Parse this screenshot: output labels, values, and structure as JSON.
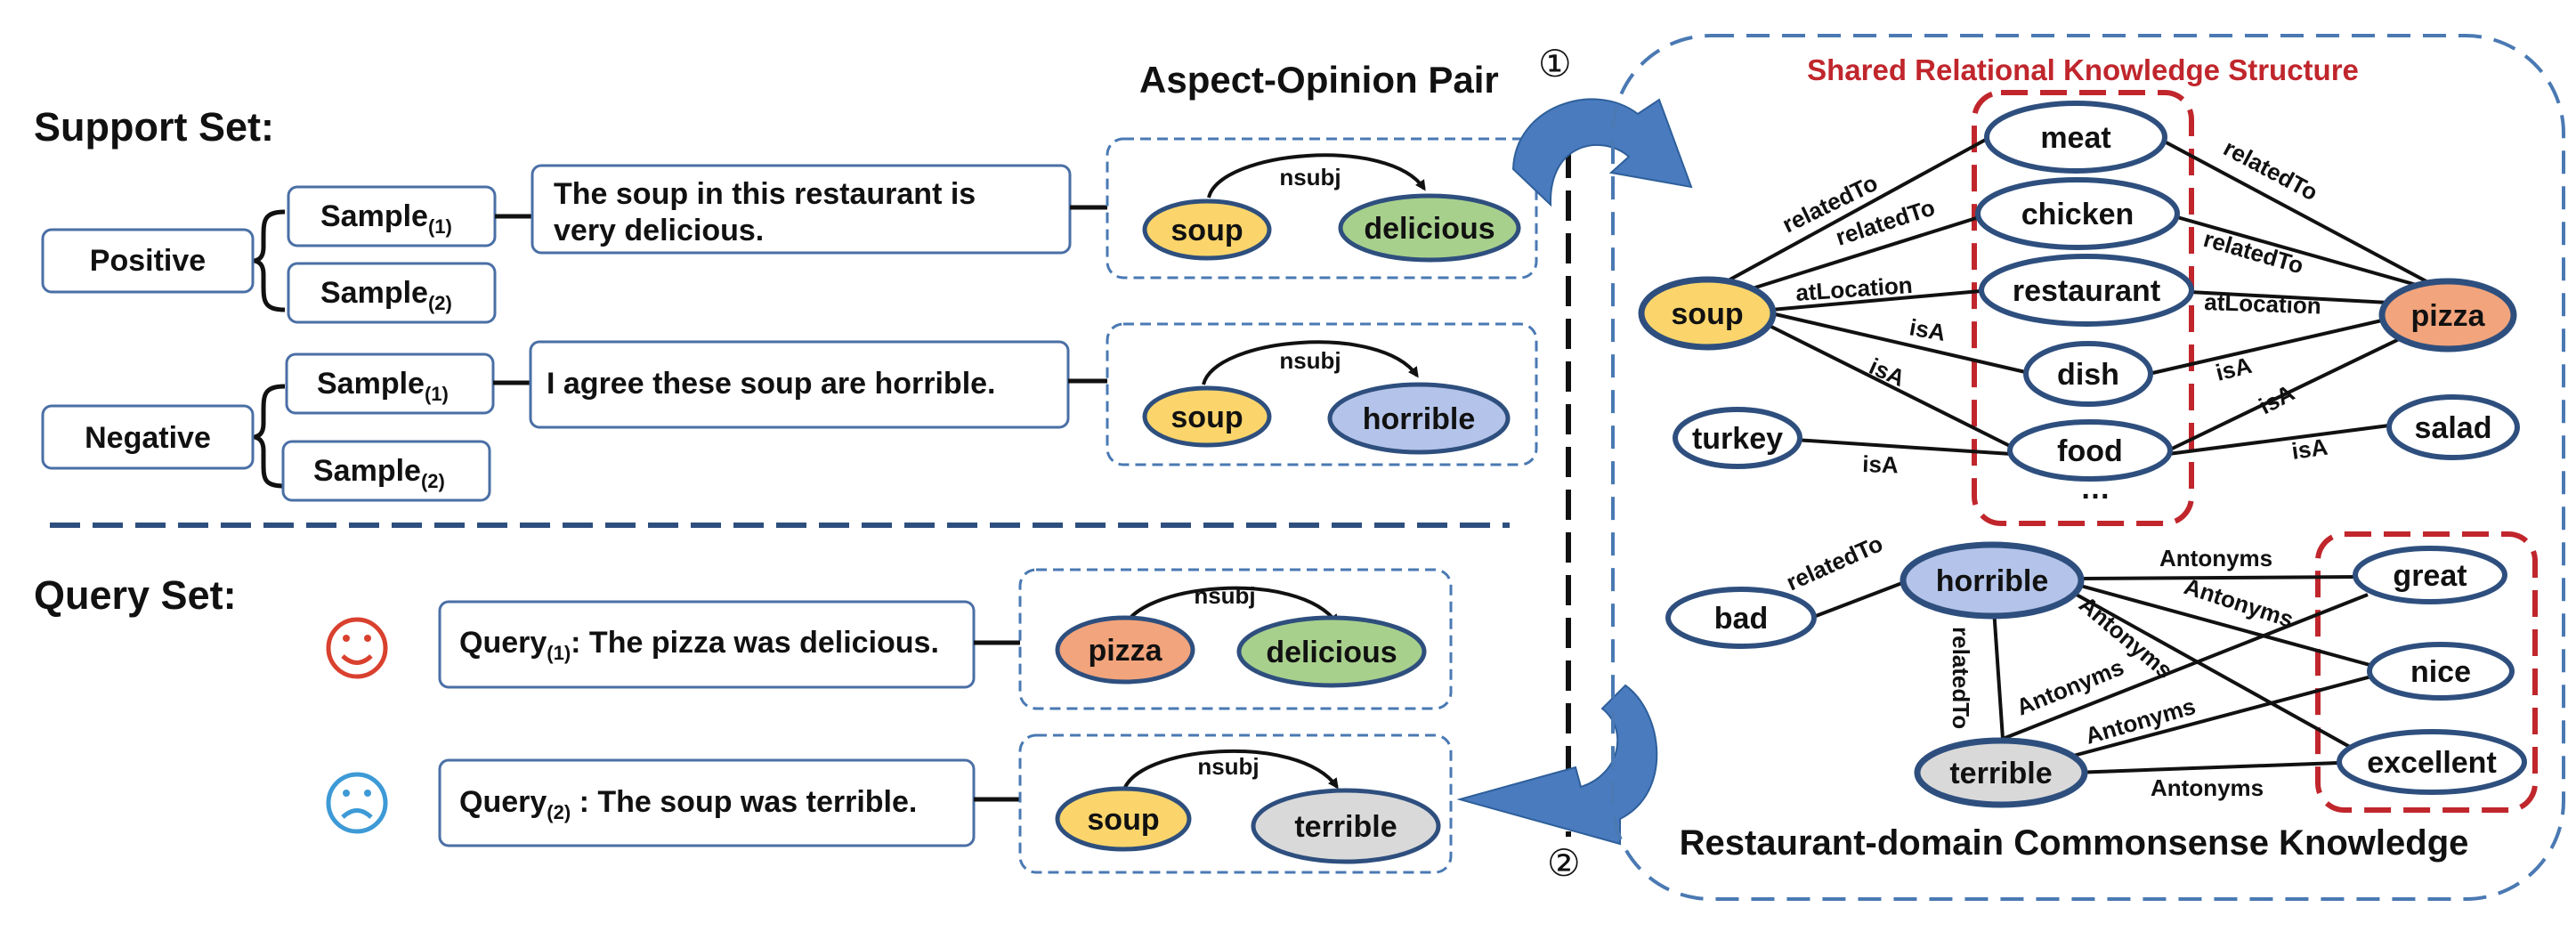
{
  "titles": {
    "support_set": "Support Set:",
    "query_set": "Query Set:",
    "aspect_opinion": "Aspect-Opinion Pair",
    "shared_structure": "Shared Relational Knowledge Structure",
    "domain_knowledge": "Restaurant-domain Commonsense Knowledge",
    "step1": "①",
    "step2": "②"
  },
  "support": {
    "positive": "Positive",
    "negative": "Negative",
    "sample": "Sample",
    "sub1": "(1)",
    "sub2": "(2)",
    "pos_sentence_1": "The soup in this restaurant  is",
    "pos_sentence_2": "very delicious.",
    "neg_sentence": "I agree these soup are horrible."
  },
  "query": {
    "query": "Query",
    "sub1": "(1)",
    "sub2": "(2)",
    "q1_text": ": The pizza was delicious.",
    "q2_text": " : The soup was terrible."
  },
  "pairs": {
    "p1": {
      "aspect": "soup",
      "opinion": "delicious",
      "relation": "nsubj"
    },
    "p2": {
      "aspect": "soup",
      "opinion": "horrible",
      "relation": "nsubj"
    },
    "p3": {
      "aspect": "pizza",
      "opinion": "delicious",
      "relation": "nsubj"
    },
    "p4": {
      "aspect": "soup",
      "opinion": "terrible",
      "relation": "nsubj"
    }
  },
  "kg": {
    "nodes": {
      "meat": "meat",
      "chicken": "chicken",
      "restaurant": "restaurant",
      "dish": "dish",
      "food": "food",
      "ellipsis": "…",
      "soup": "soup",
      "pizza": "pizza",
      "turkey": "turkey",
      "salad": "salad",
      "bad": "bad",
      "horrible": "horrible",
      "terrible": "terrible",
      "great": "great",
      "nice": "nice",
      "excellent": "excellent"
    },
    "edges": {
      "relatedTo": "relatedTo",
      "atLocation": "atLocation",
      "isA": "isA",
      "antonyms": "Antonyms"
    }
  },
  "colors": {
    "box_border": "#4a6fa5",
    "dashed_blue": "#4a79b3",
    "dashed_red": "#c0262c",
    "title_red": "#c0262c",
    "aspect_fill": "#fbd56b",
    "opinion_fill_green": "#a8d08d",
    "opinion_fill_blue": "#b4c3e9",
    "opinion_fill_gray": "#d9d9d9",
    "pizza_fill": "#f2a47c",
    "node_border": "#2e4f7e",
    "arrow_fill": "#4a7bbf",
    "smile_red": "#d9412e",
    "frown_blue": "#3d9ad6"
  },
  "icons": {
    "positive_query": "smiley-face-icon",
    "negative_query": "frowning-face-icon",
    "transfer_arrow_1": "curved-arrow-icon",
    "transfer_arrow_2": "curved-arrow-icon"
  }
}
